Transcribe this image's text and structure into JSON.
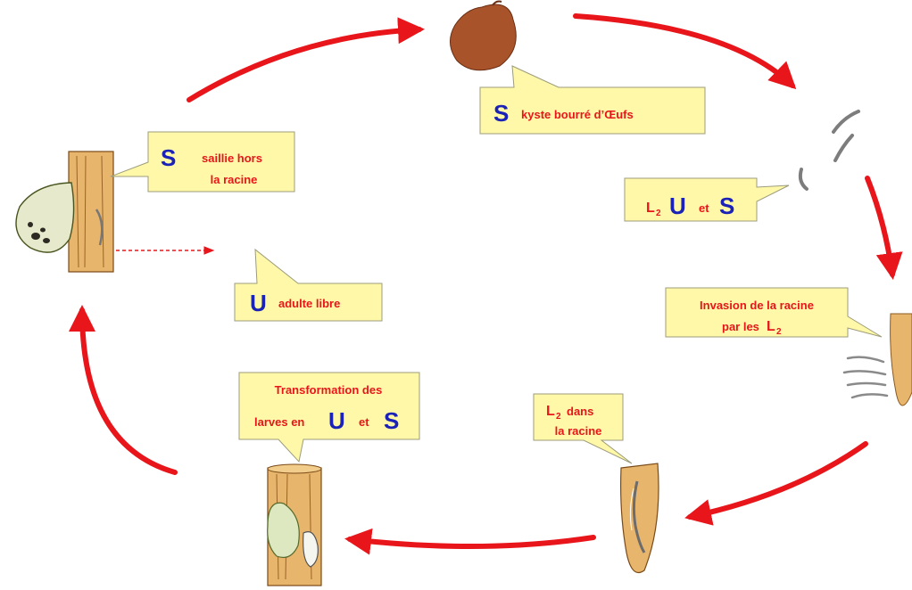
{
  "colors": {
    "arrow": "#e8161b",
    "callout_fill": "#fff8a8",
    "callout_text": "#e8161b",
    "sex_letter": "#1a22b8",
    "root_wood": "#e8b56c",
    "cyst": "#a8532a"
  },
  "labels": {
    "cyst": {
      "letter": "S",
      "text": "kyste bourré d’Œufs"
    },
    "larvae": {
      "l2": "L",
      "sub": "2",
      "u": "U",
      "et": "et",
      "s": "S"
    },
    "invasion": {
      "line1": "Invasion de la racine",
      "line2": "par les",
      "l2": "L",
      "sub": "2"
    },
    "in_root": {
      "l2": "L",
      "sub": "2",
      "dans": "dans",
      "line2": "la racine"
    },
    "transformation": {
      "line1": "Transformation des",
      "line2": "larves en",
      "u": "U",
      "et": "et",
      "s": "S"
    },
    "female": {
      "letter": "S",
      "line1": "saillie hors",
      "line2": "la racine"
    },
    "male": {
      "letter": "U",
      "text": "adulte libre"
    }
  },
  "icons": [
    "cyst-icon",
    "larvae-icon",
    "root-tip-invaded-icon",
    "root-tip-larva-icon",
    "root-segment-transforming-icon",
    "root-segment-female-icon"
  ]
}
